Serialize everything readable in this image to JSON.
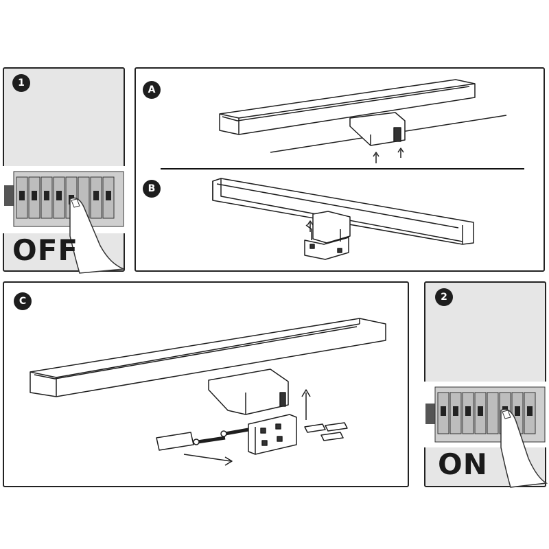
{
  "steps": {
    "step1": {
      "badge": "1",
      "word": "OFF"
    },
    "stepA": {
      "badge": "A"
    },
    "stepB": {
      "badge": "B"
    },
    "stepC": {
      "badge": "C"
    },
    "step2": {
      "badge": "2",
      "word": "ON"
    }
  },
  "colors": {
    "line": "#1e1e1e",
    "panel_gray": "#e6e6e6",
    "breaker": "#c9c9c9"
  },
  "icons": [
    "light-fixture",
    "mounting-bracket",
    "screw",
    "wall-plug",
    "arrow",
    "circuit-breaker",
    "finger"
  ]
}
